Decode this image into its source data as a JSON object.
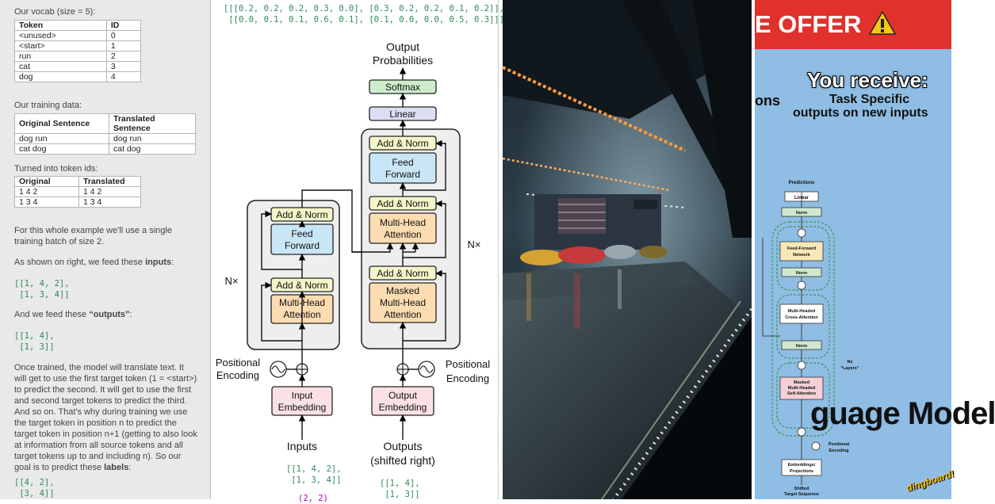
{
  "panel_notes": {
    "vocab_title": "Our vocab (size = 5):",
    "vocab_headers": [
      "Token",
      "ID"
    ],
    "vocab_rows": [
      [
        "<unused>",
        "0"
      ],
      [
        "<start>",
        "1"
      ],
      [
        "run",
        "2"
      ],
      [
        "cat",
        "3"
      ],
      [
        "dog",
        "4"
      ]
    ],
    "training_title": "Our training data:",
    "training_headers": [
      "Original Sentence",
      "Translated Sentence"
    ],
    "training_rows": [
      [
        "dog run",
        "dog run"
      ],
      [
        "cat dog",
        "cat dog"
      ]
    ],
    "tokenids_title": "Turned into token ids:",
    "tokenids_headers": [
      "Original",
      "Translated"
    ],
    "tokenids_rows": [
      [
        "1 4 2",
        "1 4 2"
      ],
      [
        "1 3 4",
        "1 3 4"
      ]
    ],
    "batch_text": "For this whole example we'll use a single training batch of size 2.",
    "inputs_prefix": "As shown on right, we feed these ",
    "inputs_bold": "inputs",
    "inputs_suffix": ":",
    "inputs_code": "[[1, 4, 2],\n [1, 3, 4]]",
    "outputs_prefix": "And we feed these ",
    "outputs_bold": "“outputs”",
    "outputs_suffix": ":",
    "outputs_code": "[[1, 4],\n [1, 3]]",
    "explain_text": "Once trained, the model will translate text. It will get to use the first target token (1 = <start>) to predict the second. It will get to use the first and second target tokens to predict the third. And so on. That's why during training we use the target token in position n to predict the target token in position n+1 (getting to also look at information from all source tokens and all target tokens up to and including n). So our goal is to predict these ",
    "explain_bold": "labels",
    "explain_suffix": ":",
    "labels_code": "[[4, 2],\n [3, 4]]"
  },
  "panel_diagram": {
    "probs_code": "[[[0.2, 0.2, 0.2, 0.3, 0.0], [0.3, 0.2, 0.2, 0.1, 0.2]],\n [[0.0, 0.1, 0.1, 0.6, 0.1], [0.1, 0.0, 0.0, 0.5, 0.3]]]",
    "output_title_1": "Output",
    "output_title_2": "Probabilities",
    "softmax": "Softmax",
    "linear": "Linear",
    "add_norm": "Add & Norm",
    "feed_1": "Feed",
    "feed_2": "Forward",
    "mha_1": "Multi-Head",
    "mha_2": "Attention",
    "masked_1": "Masked",
    "masked_2": "Multi-Head",
    "masked_3": "Attention",
    "nx": "N×",
    "pos_1": "Positional",
    "pos_2": "Encoding",
    "emb_in_1": "Input",
    "emb_in_2": "Embedding",
    "emb_out_1": "Output",
    "emb_out_2": "Embedding",
    "inputs_label": "Inputs",
    "outputs_label_1": "Outputs",
    "outputs_label_2": "(shifted right)",
    "inputs_code": "[[1, 4, 2],\n [1, 3, 4]]",
    "outputs_code": "[[1, 4],\n [1, 3]]",
    "partial_code": "(2, 2)",
    "colors": {
      "softmax": "#cdeccb",
      "linear": "#dcdff3",
      "add_norm": "#f3f6c8",
      "feed_forward": "#c9e6f7",
      "attention": "#fddcb2",
      "embedding": "#fbe1e3",
      "stack": "#eeeeee"
    }
  },
  "panel_poster": {
    "offer": "E OFFER",
    "warning_icon": "warning-icon",
    "receive": "You receive:",
    "task_1": "Task Specific",
    "task_2": "outputs on new inputs",
    "ons": "ons",
    "model": "guage Model",
    "brand": "dingboard!",
    "predictions": "Predictions",
    "linear": "Linear",
    "norm": "Norm",
    "ff_1": "Feed-Forward",
    "ff_2": "Network",
    "cross_1": "Multi-Headed",
    "cross_2": "Cross-Attention",
    "masked_1": "Masked",
    "masked_2": "Multi-Headed",
    "masked_3": "Self-Attention",
    "nx_1": "Nx",
    "nx_2": "“Layers”",
    "pos_1": "Positional",
    "pos_2": "Encoding",
    "emb_1": "Embeddings/",
    "emb_2": "Projections",
    "target_1": "Shifted",
    "target_2": "Target Sequence"
  }
}
